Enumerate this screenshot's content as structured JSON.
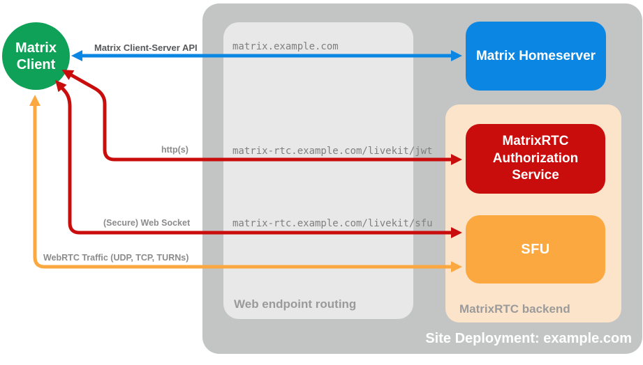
{
  "client": {
    "line1": "Matrix",
    "line2": "Client"
  },
  "homeserver": {
    "label": "Matrix Homeserver"
  },
  "backend": {
    "label": "MatrixRTC backend",
    "auth_service_label": "MatrixRTC Authorization Service",
    "sfu_label": "SFU"
  },
  "routing": {
    "label": "Web endpoint routing",
    "endpoints": {
      "homeserver": "matrix.example.com",
      "jwt": "matrix-rtc.example.com/livekit/jwt",
      "sfu": "matrix-rtc.example.com/livekit/sfu"
    }
  },
  "site": {
    "label": "Site Deployment: example.com"
  },
  "arrows": {
    "client_server_api": "Matrix Client-Server API",
    "http": "http(s)",
    "websocket": "(Secure) Web Socket",
    "webrtc": "WebRTC Traffic (UDP, TCP, TURNs)"
  },
  "colors": {
    "client_green": "#0fa157",
    "homeserver_blue": "#0b86e3",
    "auth_red": "#c90d0d",
    "sfu_orange": "#fba840",
    "backend_peach": "#fce4cb",
    "site_gray": "#c3c5c5",
    "routing_gray": "#e8e8e8"
  }
}
